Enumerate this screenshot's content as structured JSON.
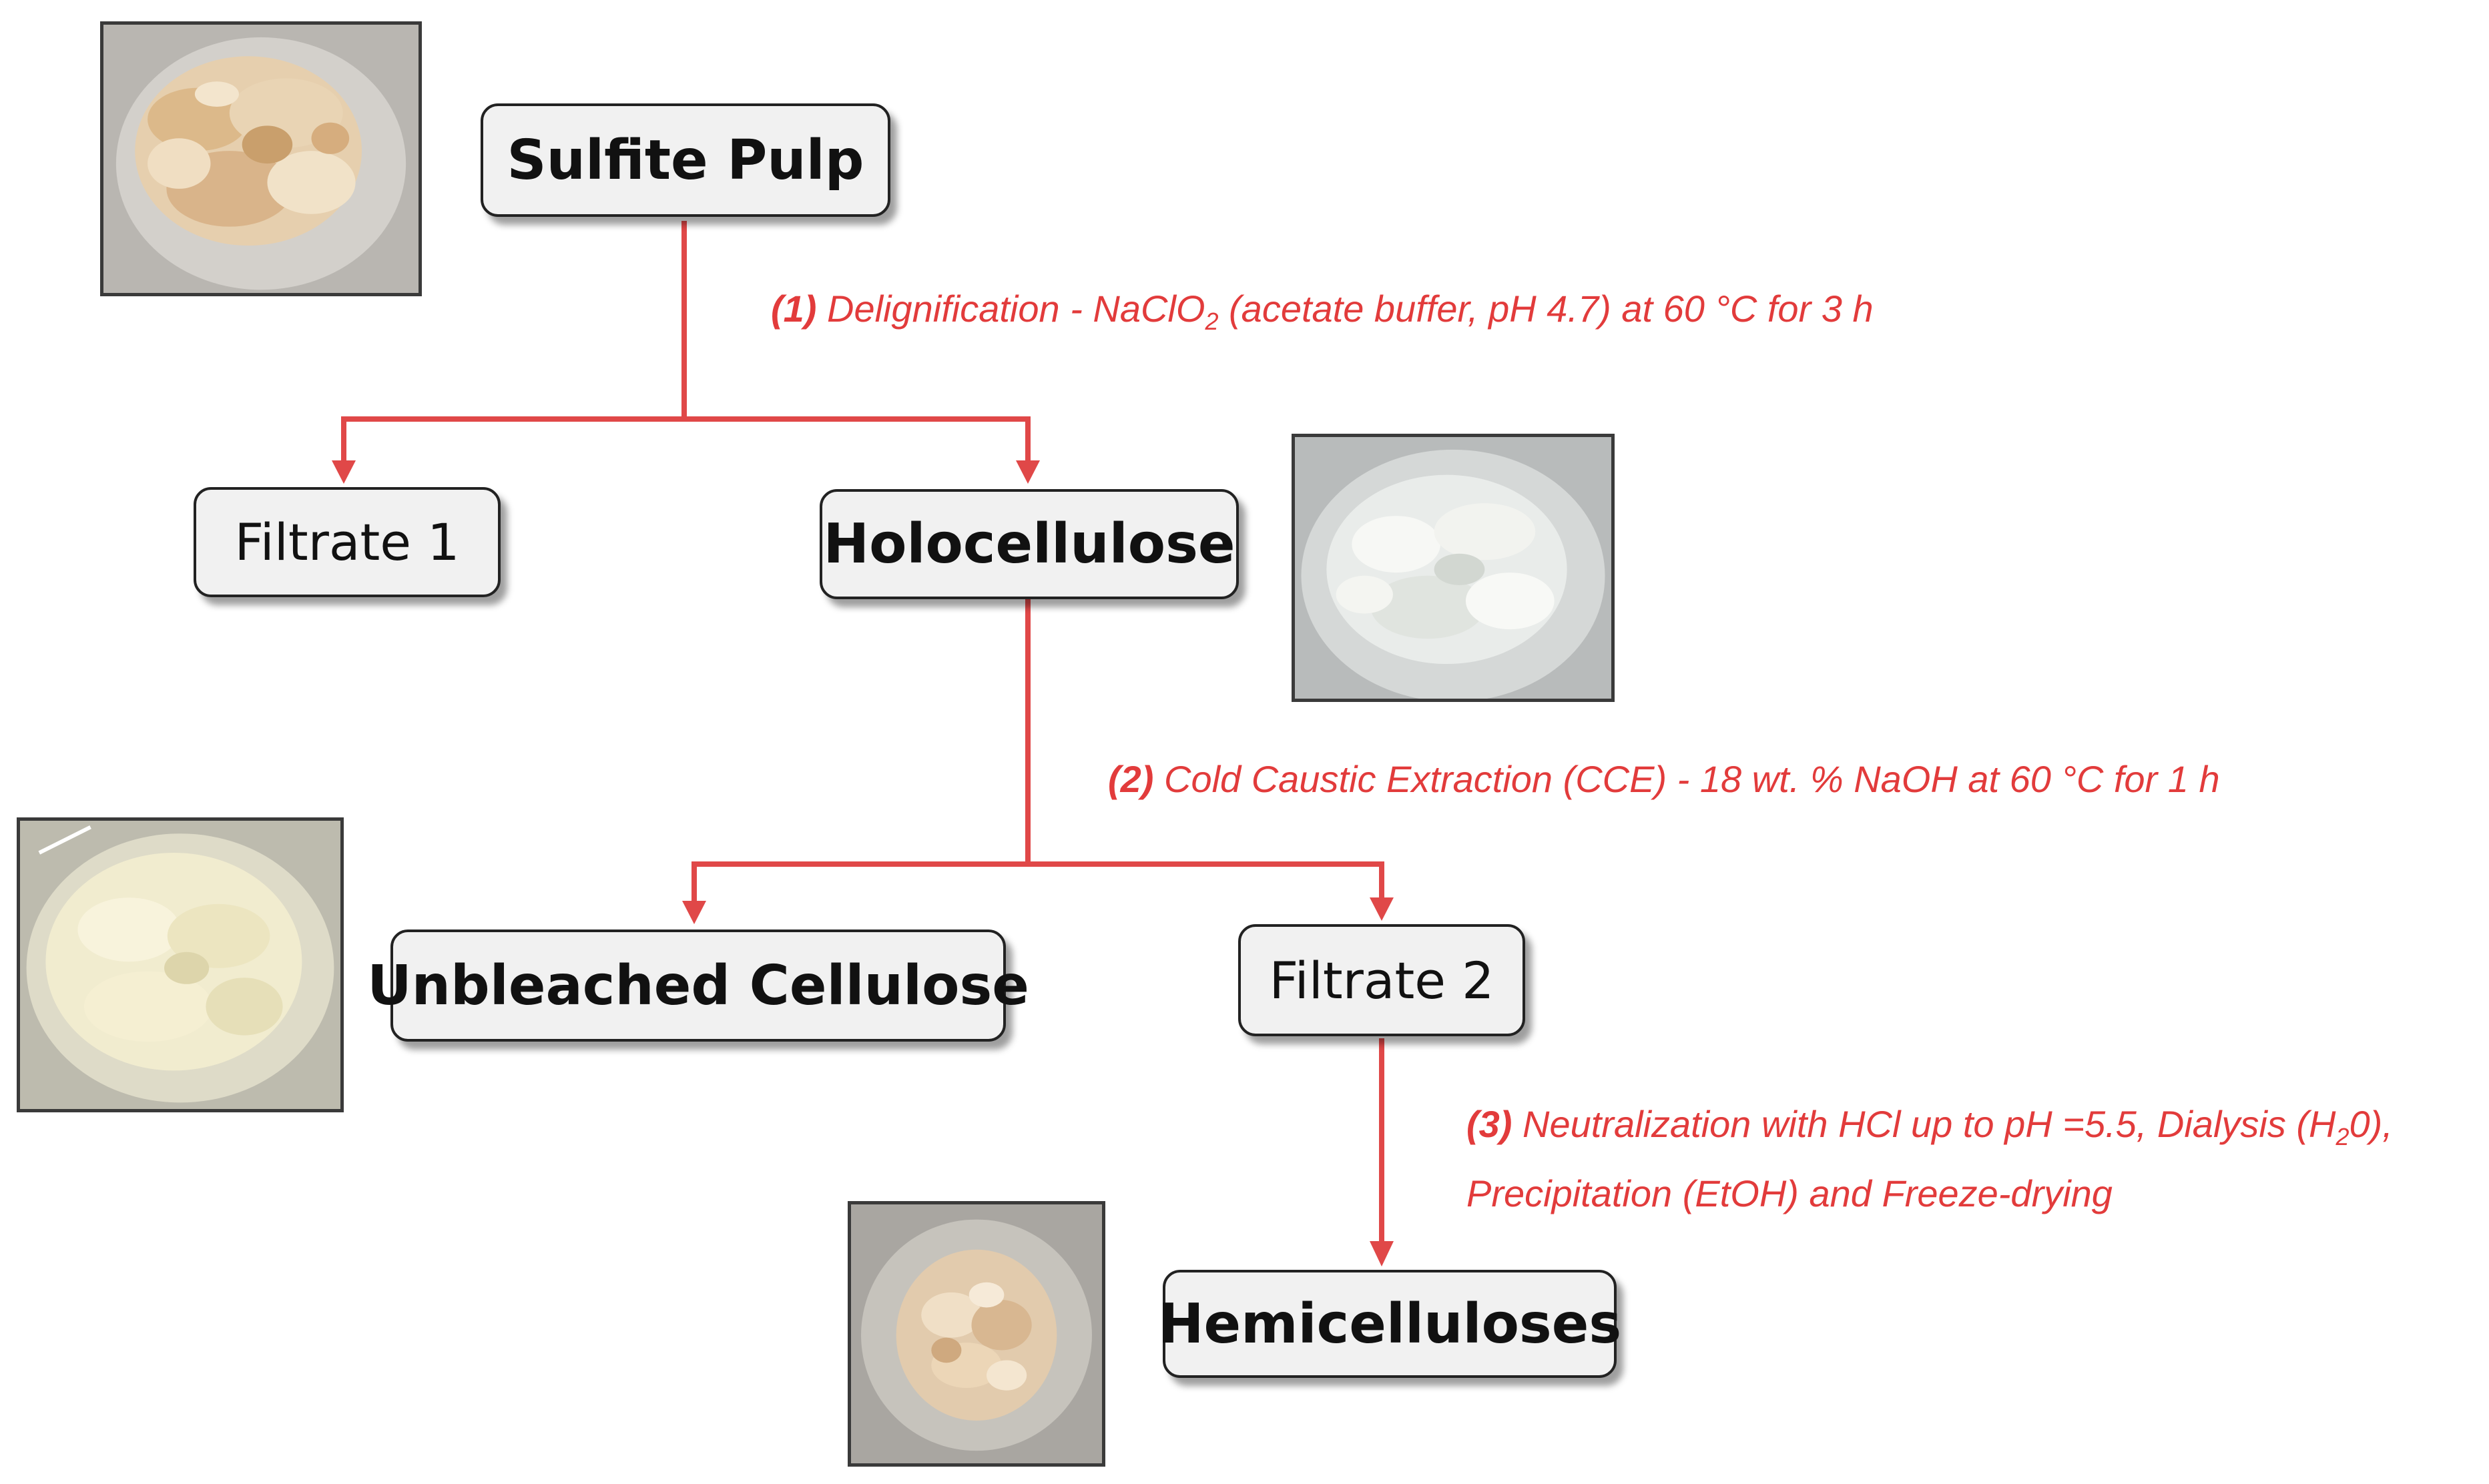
{
  "nodes": {
    "sulfite_pulp": "Sulfite Pulp",
    "filtrate_1": "Filtrate 1",
    "holocellulose": "Holocellulose",
    "unbleached_cellulose": "Unbleached Cellulose",
    "filtrate_2": "Filtrate 2",
    "hemicelluloses": "Hemicelluloses"
  },
  "steps": {
    "step1": {
      "num": "(1)",
      "text_a": " Delignification - NaClO",
      "sub": "2",
      "text_b": " (acetate buffer, pH 4.7)  at 60 °C  for 3 h"
    },
    "step2": {
      "num": "(2)",
      "text": " Cold Caustic Extraction (CCE)  - 18 wt. % NaOH at 60 °C for 1 h"
    },
    "step3": {
      "num": "(3)",
      "line1_a": " Neutralization with HCl  up to pH =5.5, Dialysis (H",
      "line1_sub": "2",
      "line1_b": "0),",
      "line2": "Precipitation (EtOH) and Freeze-drying"
    }
  },
  "colors": {
    "arrow": "#e04848",
    "step_text": "#e23b3b",
    "box_fill": "#f1f1f1"
  },
  "photos": [
    "sulfite-pulp-photo",
    "holocellulose-photo",
    "unbleached-cellulose-photo",
    "hemicelluloses-photo"
  ]
}
